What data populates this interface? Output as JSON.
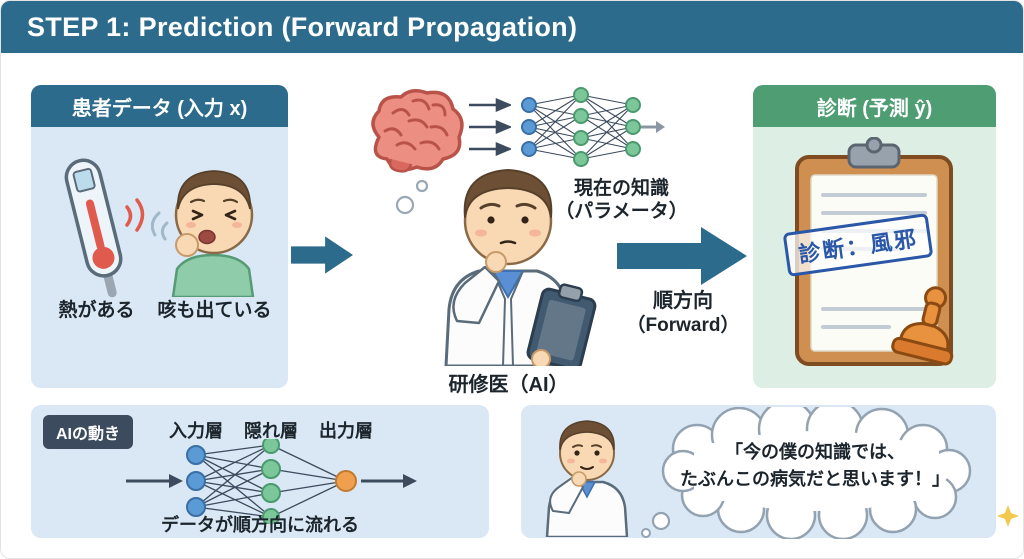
{
  "header": {
    "step": "STEP 1:",
    "title": "Prediction (Forward Propagation)"
  },
  "patient_panel": {
    "title": "患者データ (入力 x)",
    "symptom_fever": "熱がある",
    "symptom_cough": "咳も出ている"
  },
  "doctor_section": {
    "knowledge_line1": "現在の知識",
    "knowledge_line2": "（パラメータ）",
    "doctor_label": "研修医（AI）",
    "forward_line1": "順方向",
    "forward_line2": "（Forward）"
  },
  "diagnosis_panel": {
    "title": "診断 (予測 ŷ)",
    "stamp_text": "診断：風邪"
  },
  "ai_flow_panel": {
    "badge": "AIの動き",
    "layer_labels": [
      "入力層",
      "隠れ層",
      "出力層"
    ],
    "caption": "データが順方向に流れる"
  },
  "speech_panel": {
    "line1": "「今の僕の知識では、",
    "line2": "たぶんこの病気だと思います！」"
  },
  "colors": {
    "header_bg": "#2c6b8c",
    "panel_blue_bg": "#d9e8f4",
    "panel_green_bg": "#ddeee5",
    "green_header_bg": "#4f9d72",
    "arrow_blue": "#2c6b8c",
    "node_blue": "#5b9bd5",
    "node_green": "#7cc79a",
    "node_orange": "#f09f4e",
    "stamp_blue": "#2a57a8",
    "badge_bg": "#3c4b5d"
  }
}
